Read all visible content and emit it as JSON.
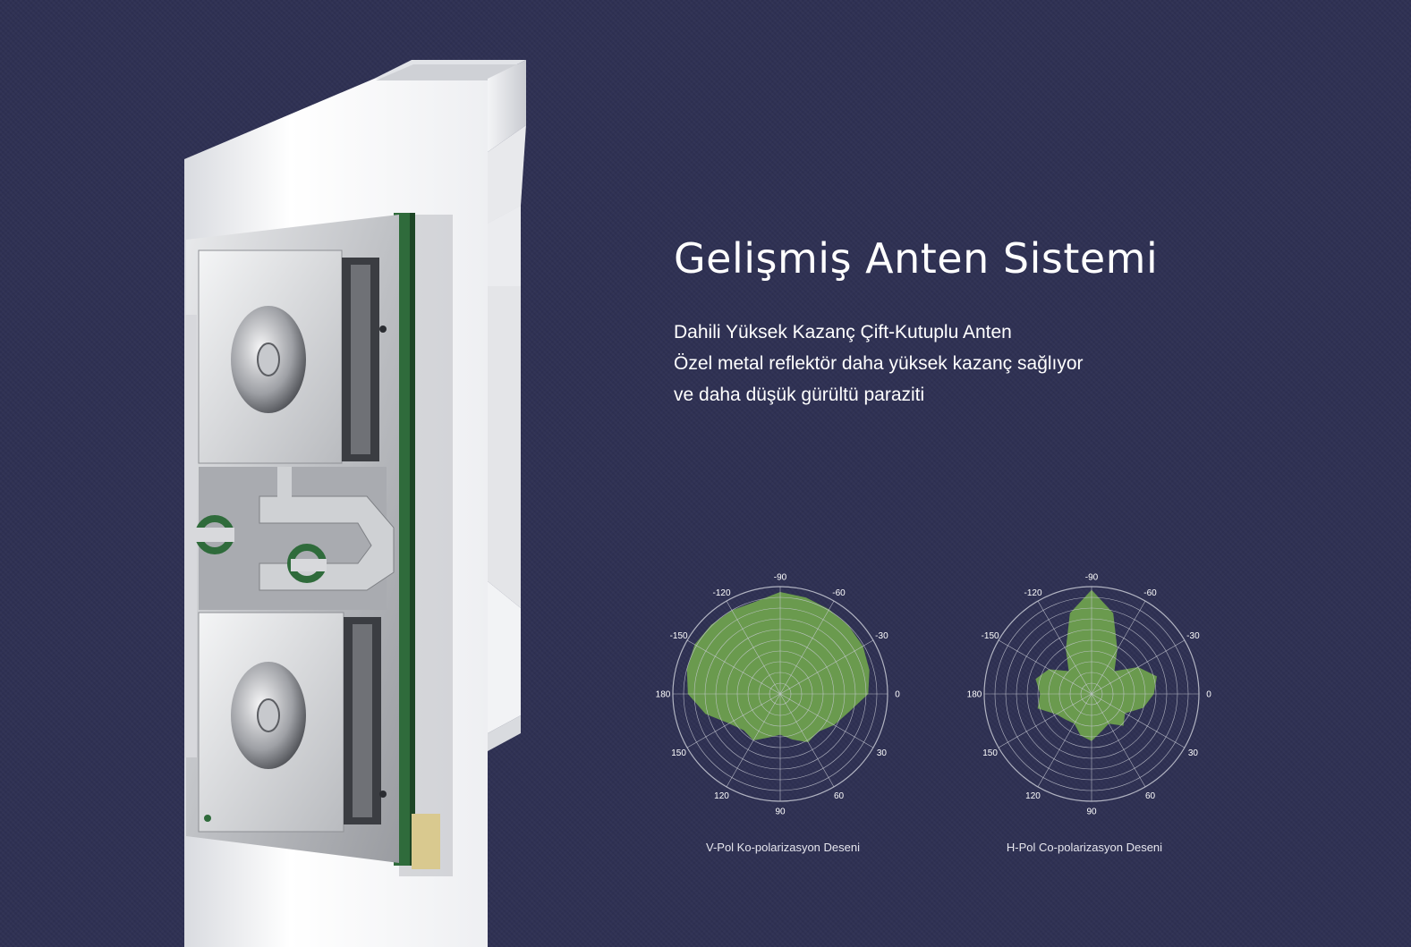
{
  "heading": "Gelişmiş Anten Sistemi",
  "description_lines": [
    "Dahili Yüksek Kazanç Çift-Kutuplu Anten",
    "Özel metal reflektör daha yüksek kazanç sağlıyor",
    "ve daha düşük gürültü paraziti"
  ],
  "colors": {
    "background": "#2f3154",
    "pattern_fill": "#6a9a4e",
    "grid": "#c9cbd6",
    "text": "#ffffff"
  },
  "chart_data": [
    {
      "type": "polar",
      "title": "V-Pol Ko-polarizasyon Deseni",
      "angle_labels": [
        "-90",
        "-60",
        "-30",
        "0",
        "30",
        "60",
        "90",
        "120",
        "150",
        "180",
        "-150",
        "-120"
      ],
      "rings": 10,
      "radius_max": 1.0,
      "series": [
        {
          "angles_deg": [
            0,
            15,
            30,
            45,
            60,
            75,
            90,
            105,
            120,
            135,
            150,
            165,
            180,
            195,
            210,
            225,
            240,
            255,
            270,
            285,
            300,
            315,
            330,
            345,
            360
          ],
          "r": [
            0.82,
            0.66,
            0.58,
            0.5,
            0.52,
            0.44,
            0.38,
            0.42,
            0.5,
            0.48,
            0.55,
            0.72,
            0.86,
            0.9,
            0.92,
            0.91,
            0.9,
            0.89,
            0.95,
            0.93,
            0.91,
            0.9,
            0.89,
            0.86,
            0.82
          ]
        }
      ]
    },
    {
      "type": "polar",
      "title": "H-Pol Co-polarizasyon Deseni",
      "angle_labels": [
        "-90",
        "-60",
        "-30",
        "0",
        "30",
        "60",
        "90",
        "120",
        "150",
        "180",
        "-150",
        "-120"
      ],
      "rings": 10,
      "radius_max": 1.0,
      "series": [
        {
          "angles_deg": [
            0,
            15,
            30,
            45,
            60,
            75,
            90,
            105,
            120,
            135,
            150,
            165,
            180,
            195,
            210,
            225,
            240,
            255,
            270,
            285,
            300,
            315,
            330,
            345,
            360
          ],
          "r": [
            0.58,
            0.5,
            0.36,
            0.42,
            0.32,
            0.36,
            0.44,
            0.4,
            0.32,
            0.34,
            0.38,
            0.52,
            0.48,
            0.54,
            0.46,
            0.3,
            0.48,
            0.78,
            0.97,
            0.78,
            0.48,
            0.3,
            0.5,
            0.63,
            0.58
          ]
        }
      ]
    }
  ]
}
